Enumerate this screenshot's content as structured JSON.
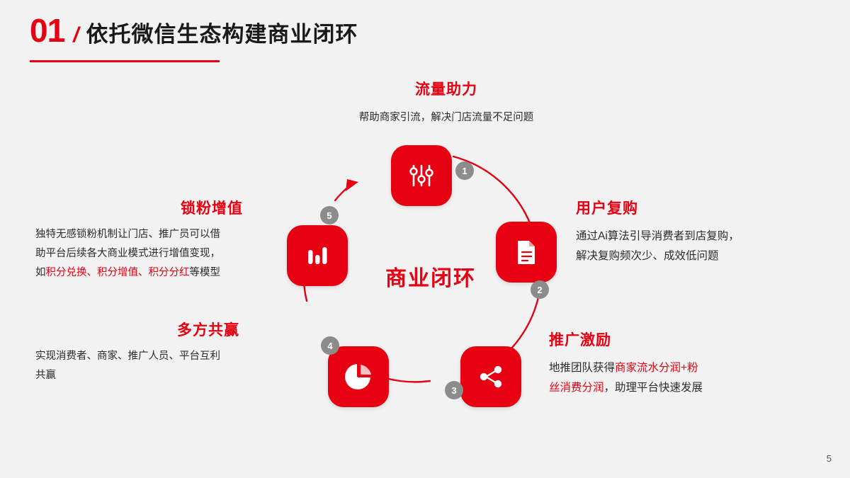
{
  "header": {
    "number": "01",
    "separator": "/",
    "title": "依托微信生态构建商业闭环"
  },
  "center": {
    "label": "商业闭环"
  },
  "nodes": [
    {
      "badge": "1",
      "icon": "sliders-icon"
    },
    {
      "badge": "2",
      "icon": "document-icon"
    },
    {
      "badge": "3",
      "icon": "share-nodes-icon"
    },
    {
      "badge": "4",
      "icon": "pie-chart-icon"
    },
    {
      "badge": "5",
      "icon": "bar-chart-icon"
    }
  ],
  "blocks": {
    "traffic": {
      "title": "流量助力",
      "body": "帮助商家引流，解决门店流量不足问题"
    },
    "repurchase": {
      "title": "用户复购",
      "line1": "通过Ai算法引导消费者到店复购，",
      "line2": "解决复购频次少、成效低问题"
    },
    "promotion": {
      "title": "推广激励",
      "lead": "地推团队获得",
      "hl1": "商家流水分润",
      "plus": "+",
      "hl2": "粉",
      "hl3": "丝消费分润",
      "tail": "，助理平台快速发展"
    },
    "winwin": {
      "title": "多方共赢",
      "line1": "实现消费者、商家、推广人员、平台互利",
      "line2": "共赢"
    },
    "lockfans": {
      "title": "锁粉增值",
      "line1": "独特无感锁粉机制让门店、推广员可以借",
      "line2": "助平台后续各大商业模式进行增值变现，",
      "line3_lead": "如",
      "line3_hl": "积分兑换、积分增值、积分分红",
      "line3_tail": "等模型"
    }
  },
  "page_number": "5",
  "colors": {
    "accent": "#e60012",
    "badge": "#8c8c8c",
    "background": "#f2f2f2",
    "text": "#2b2b2b"
  }
}
